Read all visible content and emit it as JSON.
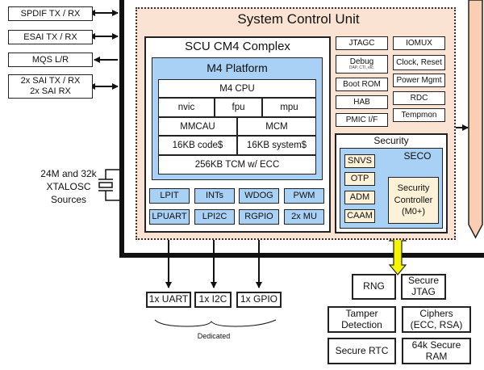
{
  "external_left": [
    {
      "label": "SPDIF TX / RX",
      "direction": "bidirectional"
    },
    {
      "label": "ESAI TX / RX",
      "direction": "bidirectional"
    },
    {
      "label": "MQS L/R",
      "direction": "out"
    },
    {
      "label_line1": "2x SAI TX / RX",
      "label_line2": "2x SAI RX",
      "direction": "bidirectional"
    }
  ],
  "xtal": {
    "line1": "24M and 32k",
    "line2": "XTALOSC",
    "line3": "Sources"
  },
  "scu": {
    "title": "System Control Unit",
    "cm4": {
      "title": "SCU CM4 Complex",
      "platform": {
        "title": "M4 Platform",
        "cpu": "M4 CPU",
        "row2": [
          "nvic",
          "fpu",
          "mpu"
        ],
        "row3": [
          "MMCAU",
          "MCM"
        ],
        "row4": [
          "16KB code$",
          "16KB system$"
        ],
        "row5": "256KB TCM w/ ECC"
      },
      "peripherals_row1": [
        "LPIT",
        "INTs",
        "WDOG",
        "PWM"
      ],
      "peripherals_row2": [
        "LPUART",
        "LPI2C",
        "RGPIO",
        "2x MU"
      ]
    },
    "blocks_left": [
      {
        "label": "JTAGC"
      },
      {
        "label": "Debug",
        "sub": "DAP, CTI, etc."
      },
      {
        "label": "Boot ROM"
      },
      {
        "label": "HAB"
      },
      {
        "label": "PMIC I/F"
      }
    ],
    "blocks_right": [
      "IOMUX",
      "Clock, Reset",
      "Power Mgmt",
      "RDC",
      "Tempmon"
    ],
    "security": {
      "title": "Security",
      "seco_title": "SECO",
      "items": [
        "SNVS",
        "OTP",
        "ADM",
        "CAAM"
      ],
      "controller": {
        "line1": "Security",
        "line2": "Controller",
        "line3": "(M0+)"
      }
    }
  },
  "dedicated": {
    "items": [
      "1x UART",
      "1x I2C",
      "1x GPIO"
    ],
    "label": "Dedicated"
  },
  "seco_features": [
    {
      "line1": "RNG"
    },
    {
      "line1": "Secure",
      "line2": "JTAG"
    },
    {
      "line1": "Tamper",
      "line2": "Detection"
    },
    {
      "line1": "Ciphers",
      "line2": "(ECC, RSA)"
    },
    {
      "line1": "Secure RTC"
    },
    {
      "line1": "64k Secure",
      "line2": "RAM"
    }
  ],
  "colors": {
    "scu_bg": "#fbe3d3",
    "blue": "#a9d0f5",
    "cream": "#fdf1d8",
    "bus_arrow": "#f9ceb2",
    "yellow_arrow": "#f5f500"
  }
}
